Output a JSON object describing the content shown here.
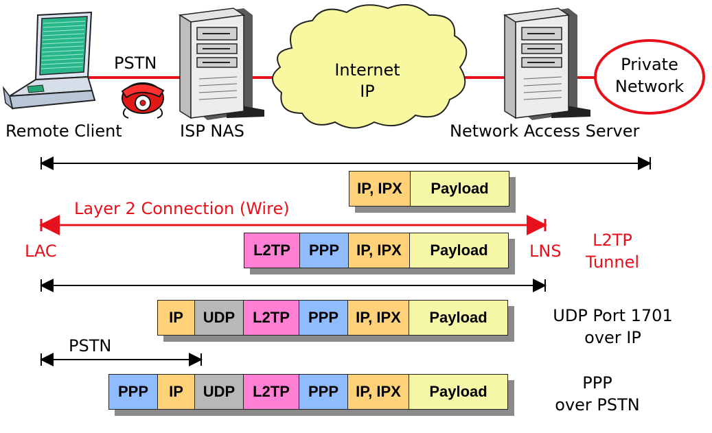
{
  "top": {
    "remote_client": "Remote Client",
    "pstn": "PSTN",
    "isp_nas": "ISP NAS",
    "cloud_line1": "Internet",
    "cloud_line2": "IP",
    "network_access_server": "Network Access Server",
    "private_line1": "Private",
    "private_line2": "Network"
  },
  "middle": {
    "layer2": "Layer 2 Connection (Wire)",
    "lac": "LAC",
    "lns": "LNS",
    "l2tp_tunnel_line1": "L2TP",
    "l2tp_tunnel_line2": "Tunnel",
    "udp_line1": "UDP Port 1701",
    "udp_line2": "over IP",
    "pstn_bottom": "PSTN",
    "ppp_line1": "PPP",
    "ppp_line2": "over PSTN"
  },
  "colors": {
    "ppp": "#8fbcff",
    "ip": "#ffd27a",
    "udp": "#b8b8b8",
    "l2tp": "#ff7fd4",
    "payload": "#f6f7a6",
    "red": "#e8101a",
    "cloud": "#f8f8a0"
  },
  "rows": [
    {
      "cells": [
        {
          "t": "IP, IPX",
          "c": "ip"
        },
        {
          "t": "Payload",
          "c": "payload"
        }
      ]
    },
    {
      "cells": [
        {
          "t": "L2TP",
          "c": "l2tp"
        },
        {
          "t": "PPP",
          "c": "ppp"
        },
        {
          "t": "IP, IPX",
          "c": "ip"
        },
        {
          "t": "Payload",
          "c": "payload"
        }
      ]
    },
    {
      "cells": [
        {
          "t": "IP",
          "c": "ip"
        },
        {
          "t": "UDP",
          "c": "udp"
        },
        {
          "t": "L2TP",
          "c": "l2tp"
        },
        {
          "t": "PPP",
          "c": "ppp"
        },
        {
          "t": "IP, IPX",
          "c": "ip"
        },
        {
          "t": "Payload",
          "c": "payload"
        }
      ]
    },
    {
      "cells": [
        {
          "t": "PPP",
          "c": "ppp"
        },
        {
          "t": "IP",
          "c": "ip"
        },
        {
          "t": "UDP",
          "c": "udp"
        },
        {
          "t": "L2TP",
          "c": "l2tp"
        },
        {
          "t": "PPP",
          "c": "ppp"
        },
        {
          "t": "IP, IPX",
          "c": "ip"
        },
        {
          "t": "Payload",
          "c": "payload"
        }
      ]
    }
  ]
}
